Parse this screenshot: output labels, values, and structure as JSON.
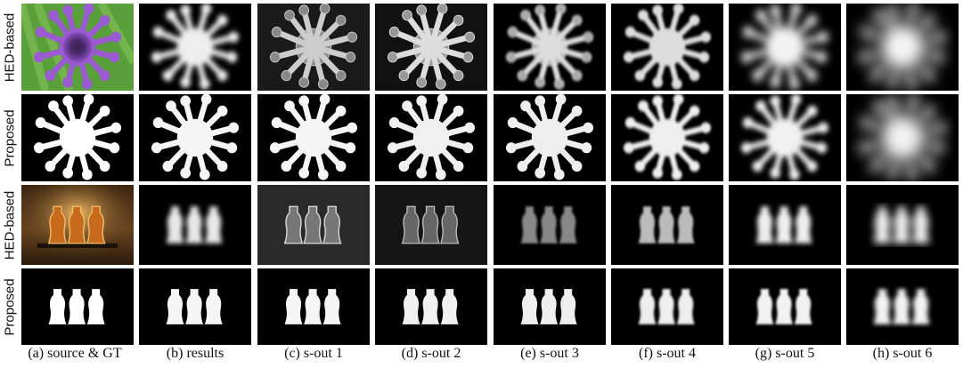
{
  "figure": {
    "rows": [
      {
        "label": "HED-based"
      },
      {
        "label": "Proposed"
      },
      {
        "label": "HED-based"
      },
      {
        "label": "Proposed"
      }
    ],
    "columns": [
      {
        "caption": "(a) source & GT"
      },
      {
        "caption": "(b) results"
      },
      {
        "caption": "(c) s-out 1"
      },
      {
        "caption": "(d) s-out 2"
      },
      {
        "caption": "(e) s-out 3"
      },
      {
        "caption": "(f) s-out 4"
      },
      {
        "caption": "(g) s-out 5"
      },
      {
        "caption": "(h) s-out 6"
      }
    ]
  }
}
